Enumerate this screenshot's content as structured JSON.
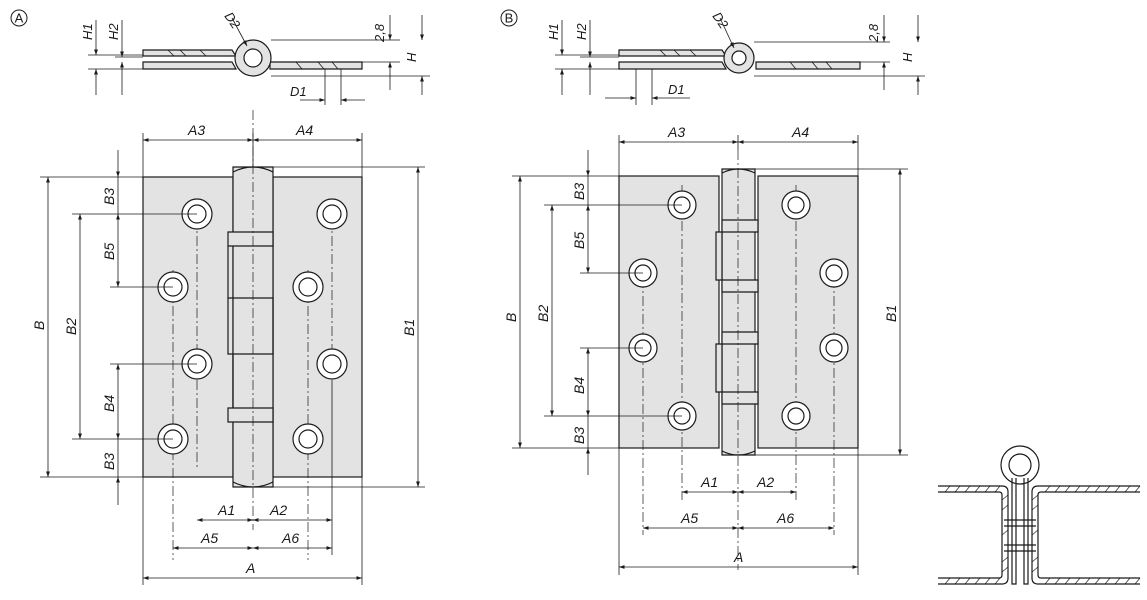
{
  "variants": [
    {
      "id": "A",
      "label": "A"
    },
    {
      "id": "B",
      "label": "B"
    }
  ],
  "labels": {
    "A": "A",
    "A1": "A1",
    "A2": "A2",
    "A3": "A3",
    "A4": "A4",
    "A5": "A5",
    "A6": "A6",
    "B": "B",
    "B1": "B1",
    "B2": "B2",
    "B3": "B3",
    "B4": "B4",
    "B5": "B5",
    "D1": "D1",
    "D2": "D2",
    "H": "H",
    "H1": "H1",
    "H2": "H2",
    "thickness": "2,8"
  },
  "colors": {
    "plate": "#e3e3e3",
    "line": "#1a1a1a",
    "background": "#ffffff"
  }
}
